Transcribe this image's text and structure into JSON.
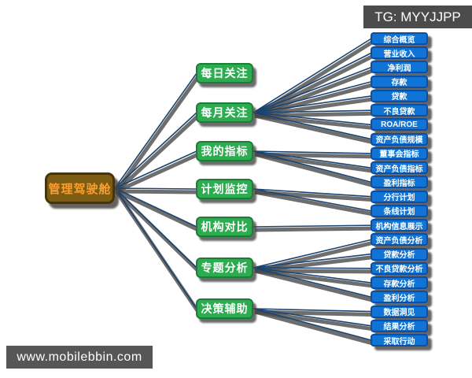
{
  "badges": {
    "tg_label": "TG: MYYJJPP",
    "watermark": "www.mobilebbin.com"
  },
  "colors": {
    "root_fill": "#7d5d13",
    "root_border": "#46350a",
    "root_text": "#ff9e2e",
    "branch_fill": "#2dab50",
    "branch_border": "#1a7e37",
    "leaf_fill": "#0f74d6",
    "leaf_border": "#0b4fa4",
    "edge": "#1a4371",
    "edge_shadow": "#4a4a4a",
    "badge_bg": "#4b4b4b",
    "watermark_bg": "#565656",
    "node_text": "#ffffff"
  },
  "mindmap": {
    "root": {
      "label": "管理驾驶舱"
    },
    "branches": [
      {
        "label": "每日关注",
        "children": []
      },
      {
        "label": "每月关注",
        "children": [
          "综合概览",
          "营业收入",
          "净利润",
          "存款",
          "贷款",
          "不良贷款",
          "ROA/ROE",
          "资产负债规模"
        ]
      },
      {
        "label": "我的指标",
        "children": [
          "董事会指标",
          "资产负债指标",
          "盈利指标"
        ]
      },
      {
        "label": "计划监控",
        "children": [
          "分行计划",
          "条线计划"
        ]
      },
      {
        "label": "机构对比",
        "children": [
          "机构信息展示"
        ]
      },
      {
        "label": "专题分析",
        "children": [
          "资产负债分析",
          "贷款分析",
          "不良贷款分析",
          "存款分析",
          "盈利分析"
        ]
      },
      {
        "label": "决策辅助",
        "children": [
          "数据洞见",
          "结果分析",
          "采取行动"
        ]
      }
    ]
  }
}
